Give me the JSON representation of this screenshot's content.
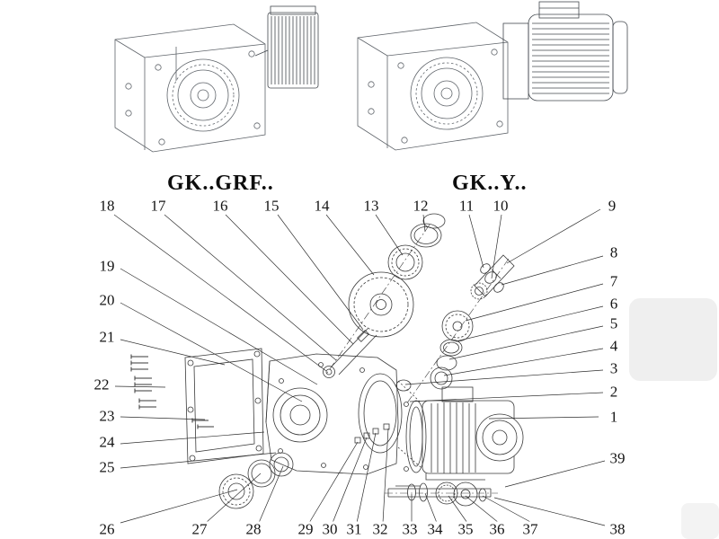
{
  "diagram": {
    "kind": "gearbox-exploded-parts-diagram",
    "models": {
      "left": {
        "label": "GK..GRF.."
      },
      "right": {
        "label": "GK..Y.."
      }
    },
    "callouts": [
      "1",
      "2",
      "3",
      "4",
      "5",
      "6",
      "7",
      "8",
      "9",
      "10",
      "11",
      "12",
      "13",
      "14",
      "15",
      "16",
      "17",
      "18",
      "19",
      "20",
      "21",
      "22",
      "23",
      "24",
      "25",
      "26",
      "27",
      "28",
      "29",
      "30",
      "31",
      "32",
      "33",
      "34",
      "35",
      "36",
      "37",
      "38",
      "39"
    ]
  },
  "colors": {
    "background": "#ffffff",
    "exploded_line": "#3a3a3a",
    "assembly_line": "#5f646a",
    "leader_line": "#2e2e2e",
    "text": "#141414"
  }
}
